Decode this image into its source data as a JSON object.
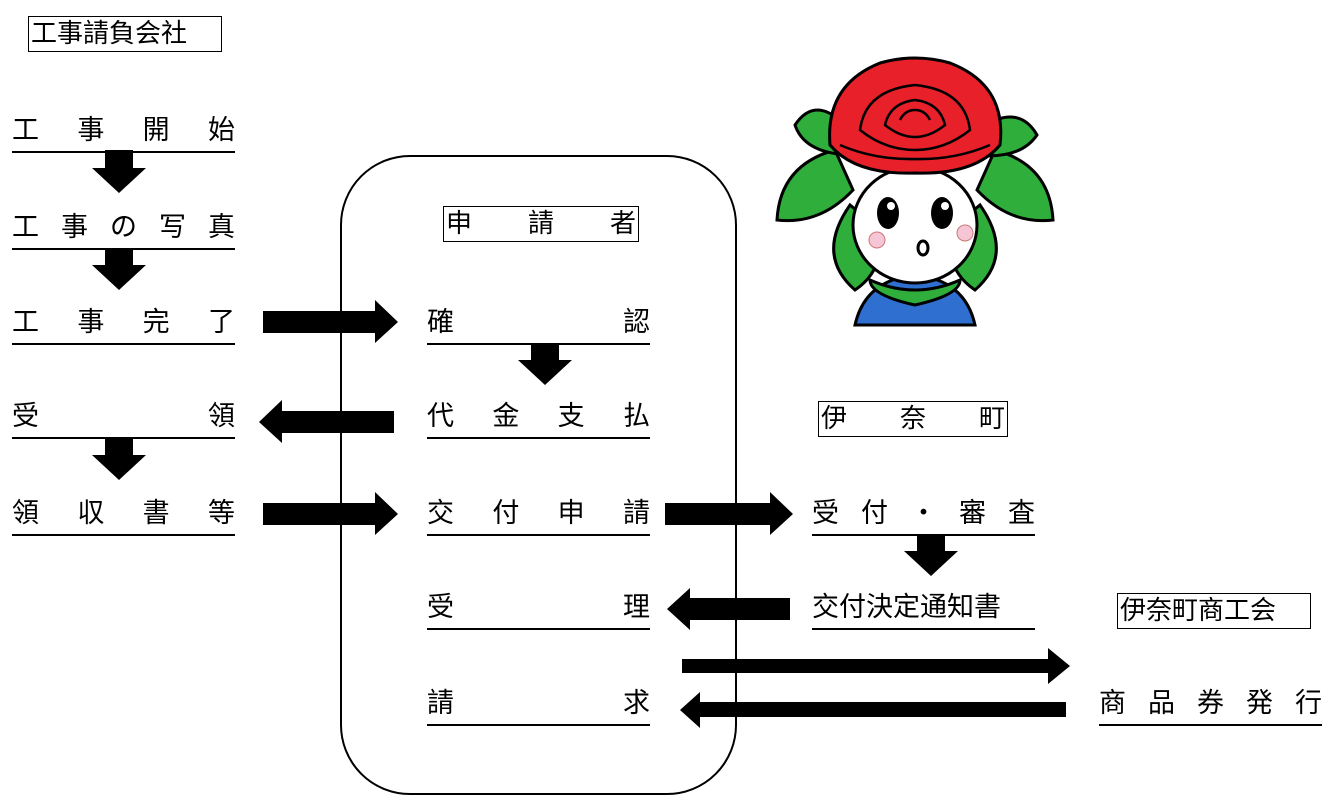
{
  "contractor": {
    "title": "工事請負会社",
    "steps": [
      "工事開始",
      "工事の写真",
      "工事完了",
      "受領",
      "領収書等"
    ]
  },
  "applicant": {
    "title": "申請者",
    "steps": [
      "確認",
      "代金支払",
      "交付申請",
      "受理",
      "請求"
    ]
  },
  "town": {
    "title": "伊奈町",
    "steps": [
      "受付・審査",
      "交付決定通知書"
    ]
  },
  "chamber": {
    "title": "伊奈町商工会",
    "steps": [
      "商品券発行"
    ]
  },
  "colors": {
    "line": "#000000",
    "mascot_rose": "#e8202a",
    "mascot_leaf": "#2fae3b",
    "mascot_body": "#2f6fd0"
  },
  "icons": {
    "mascot": "rose-mascot-icon",
    "arrow": "block-arrow-icon"
  }
}
